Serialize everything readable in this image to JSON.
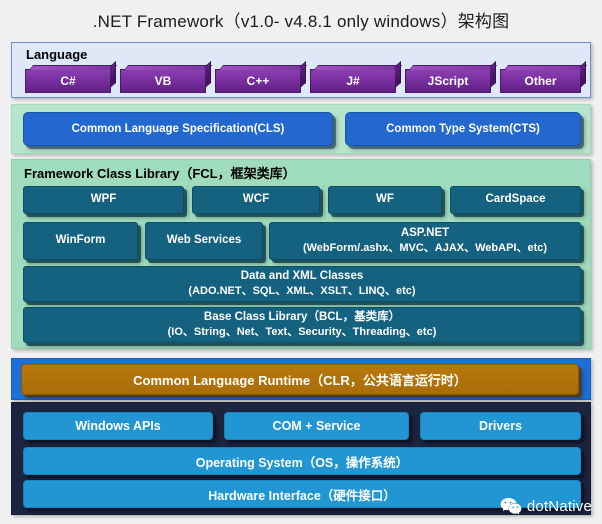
{
  "page": {
    "title": ".NET Framework（v1.0- v4.8.1 only windows）架构图",
    "background": "#f0f0f0"
  },
  "colors": {
    "language_band": "#dfe8f7",
    "language_chip": "#7a2fa0",
    "green_band": "#9fdcbd",
    "clscts_band": "#b7e4cd",
    "blue_box": "#2268ce",
    "teal_box": "#14627f",
    "clr_band": "#1e6fd9",
    "clr_box": "#b8780c",
    "os_band": "#1d2440",
    "os_box": "#2196d3"
  },
  "language": {
    "label": "Language",
    "items": [
      {
        "label": "C#"
      },
      {
        "label": "VB"
      },
      {
        "label": "C++"
      },
      {
        "label": "J#"
      },
      {
        "label": "JScript"
      },
      {
        "label": "Other"
      }
    ]
  },
  "spec_layer": {
    "items": [
      {
        "label": "Common Language Specification(CLS)"
      },
      {
        "label": "Common Type System(CTS)"
      }
    ]
  },
  "fcl": {
    "label": "Framework Class Library（FCL，框架类库）",
    "row1": [
      {
        "label": "WPF"
      },
      {
        "label": "WCF"
      },
      {
        "label": "WF"
      },
      {
        "label": "CardSpace"
      }
    ],
    "row2": [
      {
        "label": "WinForm",
        "sub": ""
      },
      {
        "label": "Web Services",
        "sub": ""
      },
      {
        "label": "ASP.NET",
        "sub": "(WebForm/.ashx、MVC、AJAX、WebAPI、etc)"
      }
    ],
    "row3": {
      "label": "Data and XML Classes",
      "sub": "(ADO.NET、SQL、XML、XSLT、LINQ、etc)"
    },
    "row4": {
      "label": "Base Class Library（BCL，基类库）",
      "sub": "(IO、String、Net、Text、Security、Threading、etc)"
    }
  },
  "clr": {
    "label": "Common Language Runtime（CLR，公共语言运行时）"
  },
  "os": {
    "row1": [
      {
        "label": "Windows APIs"
      },
      {
        "label": "COM + Service"
      },
      {
        "label": "Drivers"
      }
    ],
    "row2": {
      "label": "Operating System（OS，操作系统）"
    },
    "row3": {
      "label": "Hardware Interface（硬件接口）"
    }
  },
  "watermark": {
    "icon": "wechat-icon",
    "text": "dotNative"
  }
}
